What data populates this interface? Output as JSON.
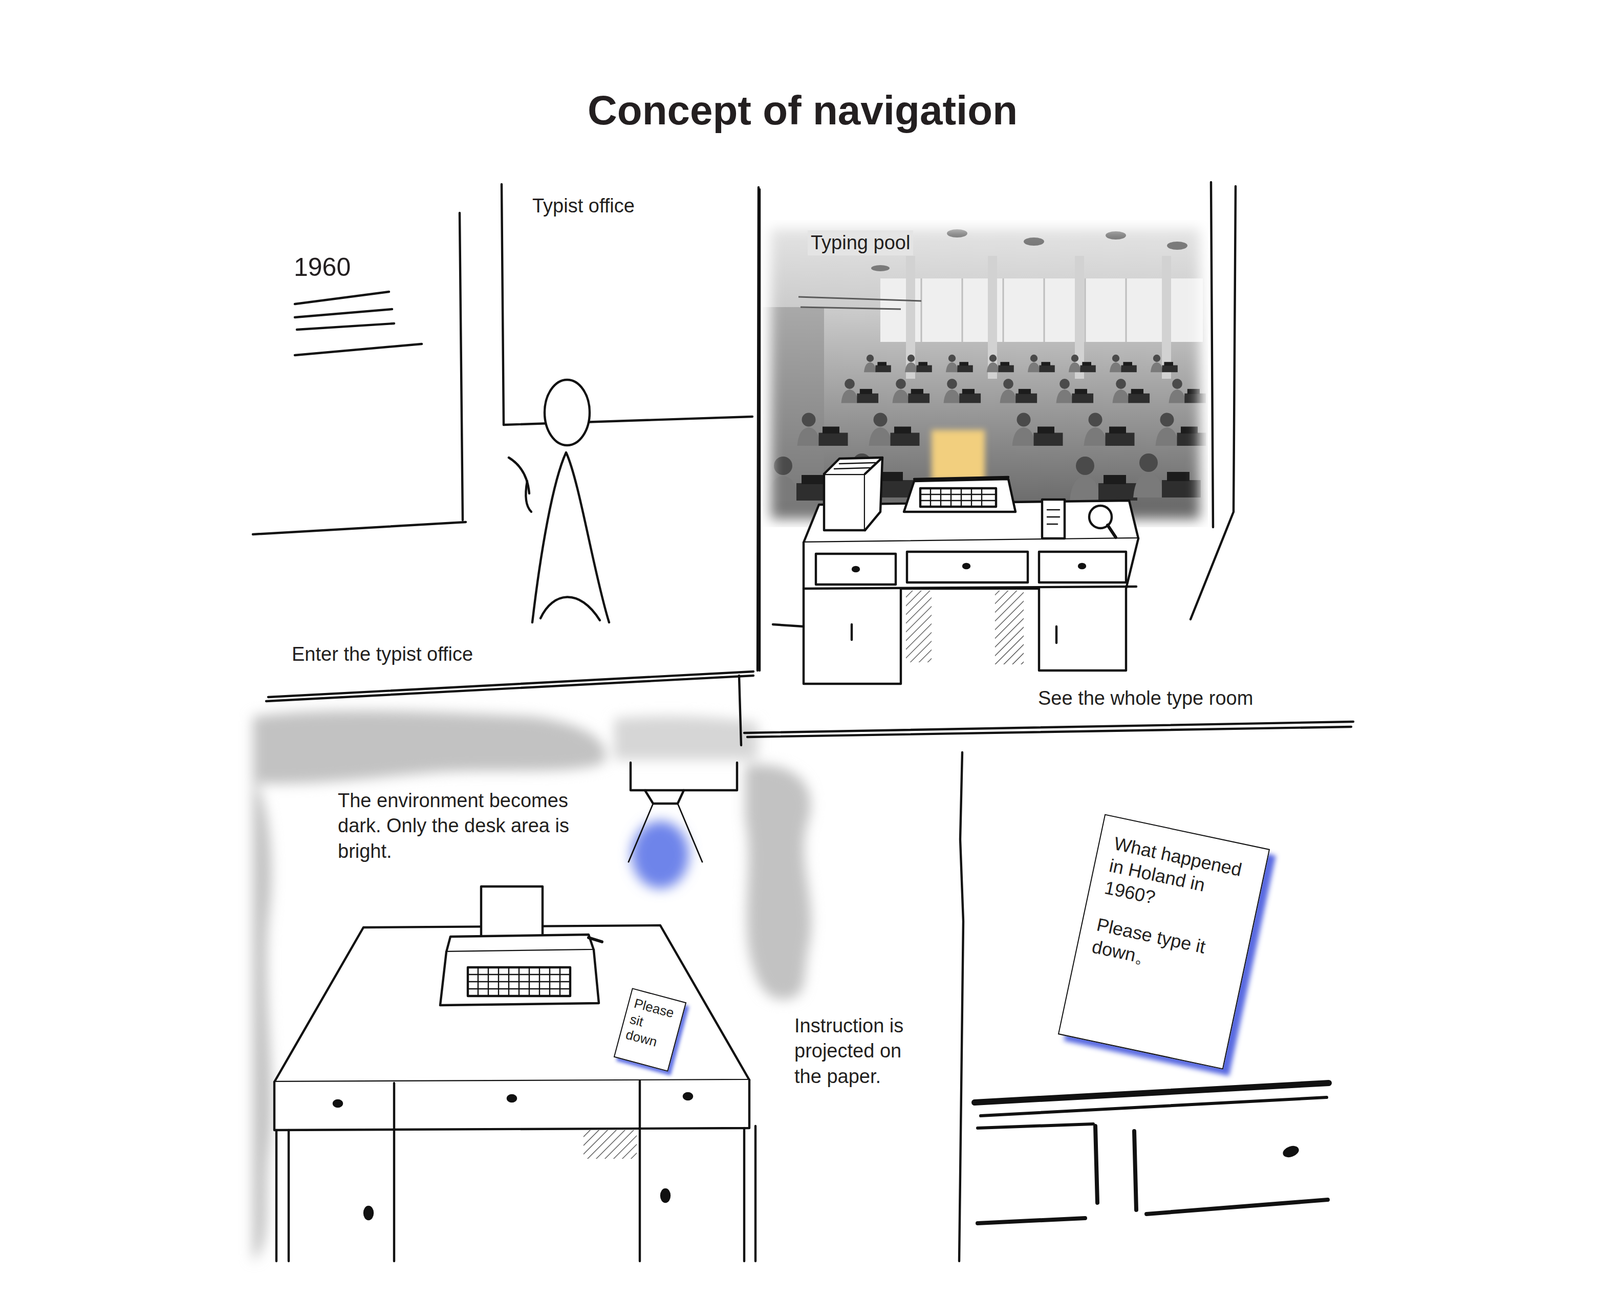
{
  "diagram": {
    "title": "Concept of navigation",
    "nodes": [
      {
        "text": [
          "Enter the typist office"
        ]
      },
      {
        "text": [
          "Typing pool",
          "See the whole type room"
        ]
      },
      {
        "text": [
          "The environment becomes dark. Only the desk area is bright.",
          "Instruction is projected on the paper."
        ]
      },
      {
        "text": [
          "Please sit down"
        ],
        "in": 2
      },
      {
        "text": [
          "What happened in Holand in 1960?",
          "Please type it down。"
        ]
      }
    ],
    "labels": [
      "1960",
      "Typist office"
    ]
  }
}
